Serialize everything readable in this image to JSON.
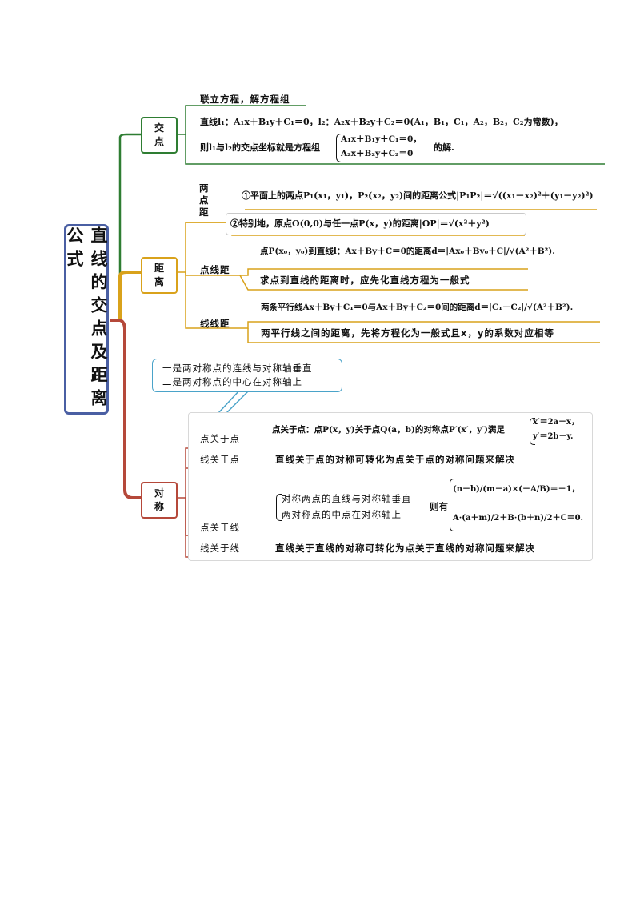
{
  "root": {
    "title": "直线的交点及距离公式"
  },
  "colors": {
    "root_border": "#4a5fa3",
    "intersection": "#2e7d32",
    "distance": "#d9a21b",
    "symmetry": "#b5483a",
    "callout": "#4aa3c9"
  },
  "intersection": {
    "label_1": "交",
    "label_2": "点",
    "heading": "联立方程，解方程组",
    "line1": "直线l₁：A₁x＋B₁y＋C₁＝0，l₂：A₂x＋B₂y＋C₂＝0(A₁，B₁，C₁，A₂，B₂，C₂为常数)，",
    "line2_pre": "则l₁与l₂的交点坐标就是方程组",
    "eq1": "A₁x＋B₁y＋C₁＝0，",
    "eq2": "A₂x＋B₂y＋C₂＝0",
    "line2_post": "的解."
  },
  "distance": {
    "label_1": "距",
    "label_2": "离",
    "two_points_label": "两点距",
    "two_points_1": "①平面上的两点P₁(x₁，y₁)，P₂(x₂，y₂)间的距离公式|P₁P₂|＝√((x₁－x₂)²＋(y₁－y₂)²)",
    "two_points_2": "②特别地，原点O(0,0)与任一点P(x，y)的距离|OP|＝√(x²＋y²)",
    "point_line_label": "点线距",
    "point_line_formula": "点P(x₀，y₀)到直线l：Ax＋By＋C＝0的距离d＝|Ax₀＋By₀＋C|/√(A²＋B²).",
    "point_line_note": "求点到直线的距离时，应先化直线方程为一般式",
    "line_line_label": "线线距",
    "line_line_formula": "两条平行线Ax＋By＋C₁＝0与Ax＋By＋C₂＝0间的距离d＝|C₁－C₂|/√(A²＋B²).",
    "line_line_note": "两平行线之间的距离，先将方程化为一般式且x，y的系数对应相等"
  },
  "symmetry": {
    "label_1": "对",
    "label_2": "称",
    "callout_1": "一是两对称点的连线与对称轴垂直",
    "callout_2": "二是两对称点的中心在对称轴上",
    "pp_label": "点关于点",
    "pp_text": "点关于点：点P(x，y)关于点Q(a，b)的对称点P′(x′，y′)满足",
    "pp_eq1": "x′＝2a－x，",
    "pp_eq2": "y′＝2b－y.",
    "lp_label": "线关于点",
    "lp_text": "直线关于点的对称可转化为点关于点的对称问题来解决",
    "pl_label": "点关于线",
    "pl_cond1": "对称两点的直线与对称轴垂直",
    "pl_cond2": "两对称点的中点在对称轴上",
    "pl_then": "则有",
    "pl_eq1": "(n－b)/(m－a)×(－A/B)＝－1，",
    "pl_eq2": "A·(a＋m)/2＋B·(b＋n)/2＋C＝0.",
    "ll_label": "线关于线",
    "ll_text": "直线关于直线的对称可转化为点关于直线的对称问题来解决"
  }
}
